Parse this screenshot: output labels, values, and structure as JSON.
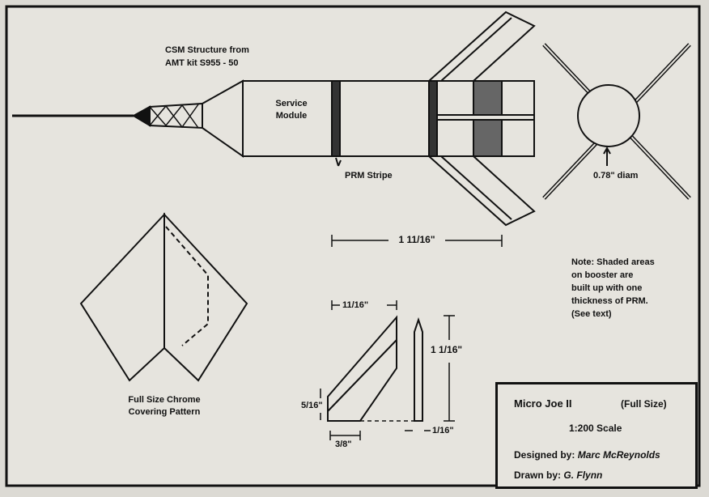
{
  "rocket": {
    "csm_label_1": "CSM Structure from",
    "csm_label_2": "AMT kit S955 - 50",
    "service_1": "Service",
    "service_2": "Module",
    "stripe_label": "PRM Stripe",
    "diam_label": "0.78\" diam",
    "fin_span": "1 11/16\""
  },
  "note": {
    "lines": [
      "Note: Shaded areas",
      "on booster are",
      "built up with one",
      "thickness of PRM.",
      "(See text)"
    ]
  },
  "pattern": {
    "line1": "Full Size Chrome",
    "line2": "Covering Pattern"
  },
  "fin": {
    "width": "11/16\"",
    "root_height": "5/16\"",
    "base": "3/8\"",
    "height": "1 1/16\"",
    "thickness": "1/16\""
  },
  "title_block": {
    "name": "Micro Joe II",
    "size": "(Full Size)",
    "scale": "1:200 Scale",
    "designed_label": "Designed by:",
    "designer": "Marc McReynolds",
    "drawn_label": "Drawn by:",
    "drafter": "G. Flynn"
  }
}
